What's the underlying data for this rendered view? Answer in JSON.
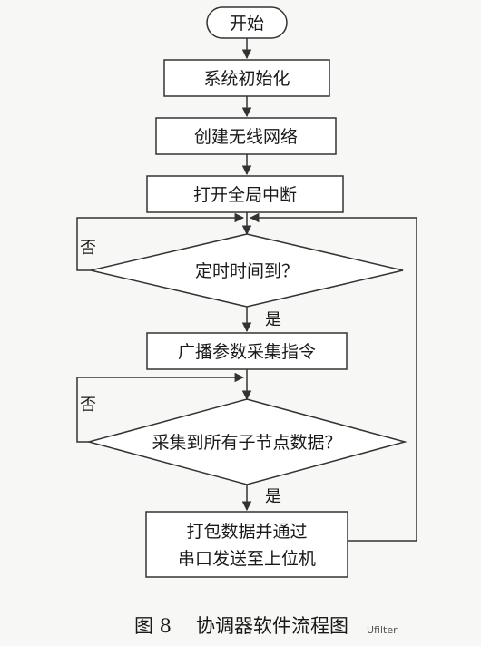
{
  "nodes": {
    "start": "开始",
    "init": "系统初始化",
    "create_net": "创建无线网络",
    "enable_int": "打开全局中断",
    "timer_check": "定时时间到？",
    "broadcast": "广播参数采集指令",
    "collect_check": "采集到所有子节点数据？",
    "pack_line1": "打包数据并通过",
    "pack_line2": "串口发送至上位机"
  },
  "labels": {
    "no_1": "否",
    "yes_1": "是",
    "no_2": "否",
    "yes_2": "是"
  },
  "caption": {
    "figure": "图 8",
    "title": "协调器软件流程图"
  },
  "watermark": "Ufilter"
}
